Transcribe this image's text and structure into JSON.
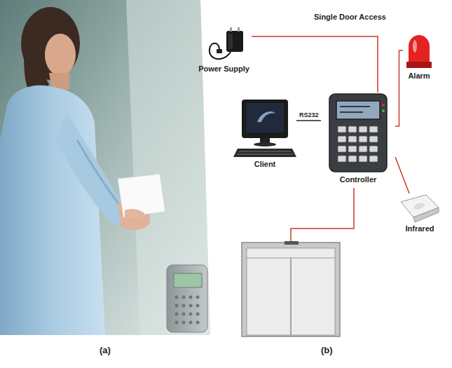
{
  "diagram": {
    "title": "Single Door Access",
    "nodes": [
      {
        "text": [
          "Power Supply"
        ]
      },
      {
        "text": [
          "Alarm"
        ]
      },
      {
        "text": [
          "Client"
        ]
      },
      {
        "text": [
          "Controller"
        ]
      },
      {
        "text": [
          "Infrared"
        ]
      }
    ],
    "edges": [
      {
        "from": 0,
        "to": 3,
        "arrow": "none"
      },
      {
        "from": 2,
        "to": 3,
        "label": "RS232",
        "arrow": "none"
      },
      {
        "from": 3,
        "to": 1,
        "arrow": "none"
      },
      {
        "from": 3,
        "to": 4,
        "arrow": "none"
      }
    ],
    "labels": [
      "(a)",
      "(b)"
    ]
  }
}
